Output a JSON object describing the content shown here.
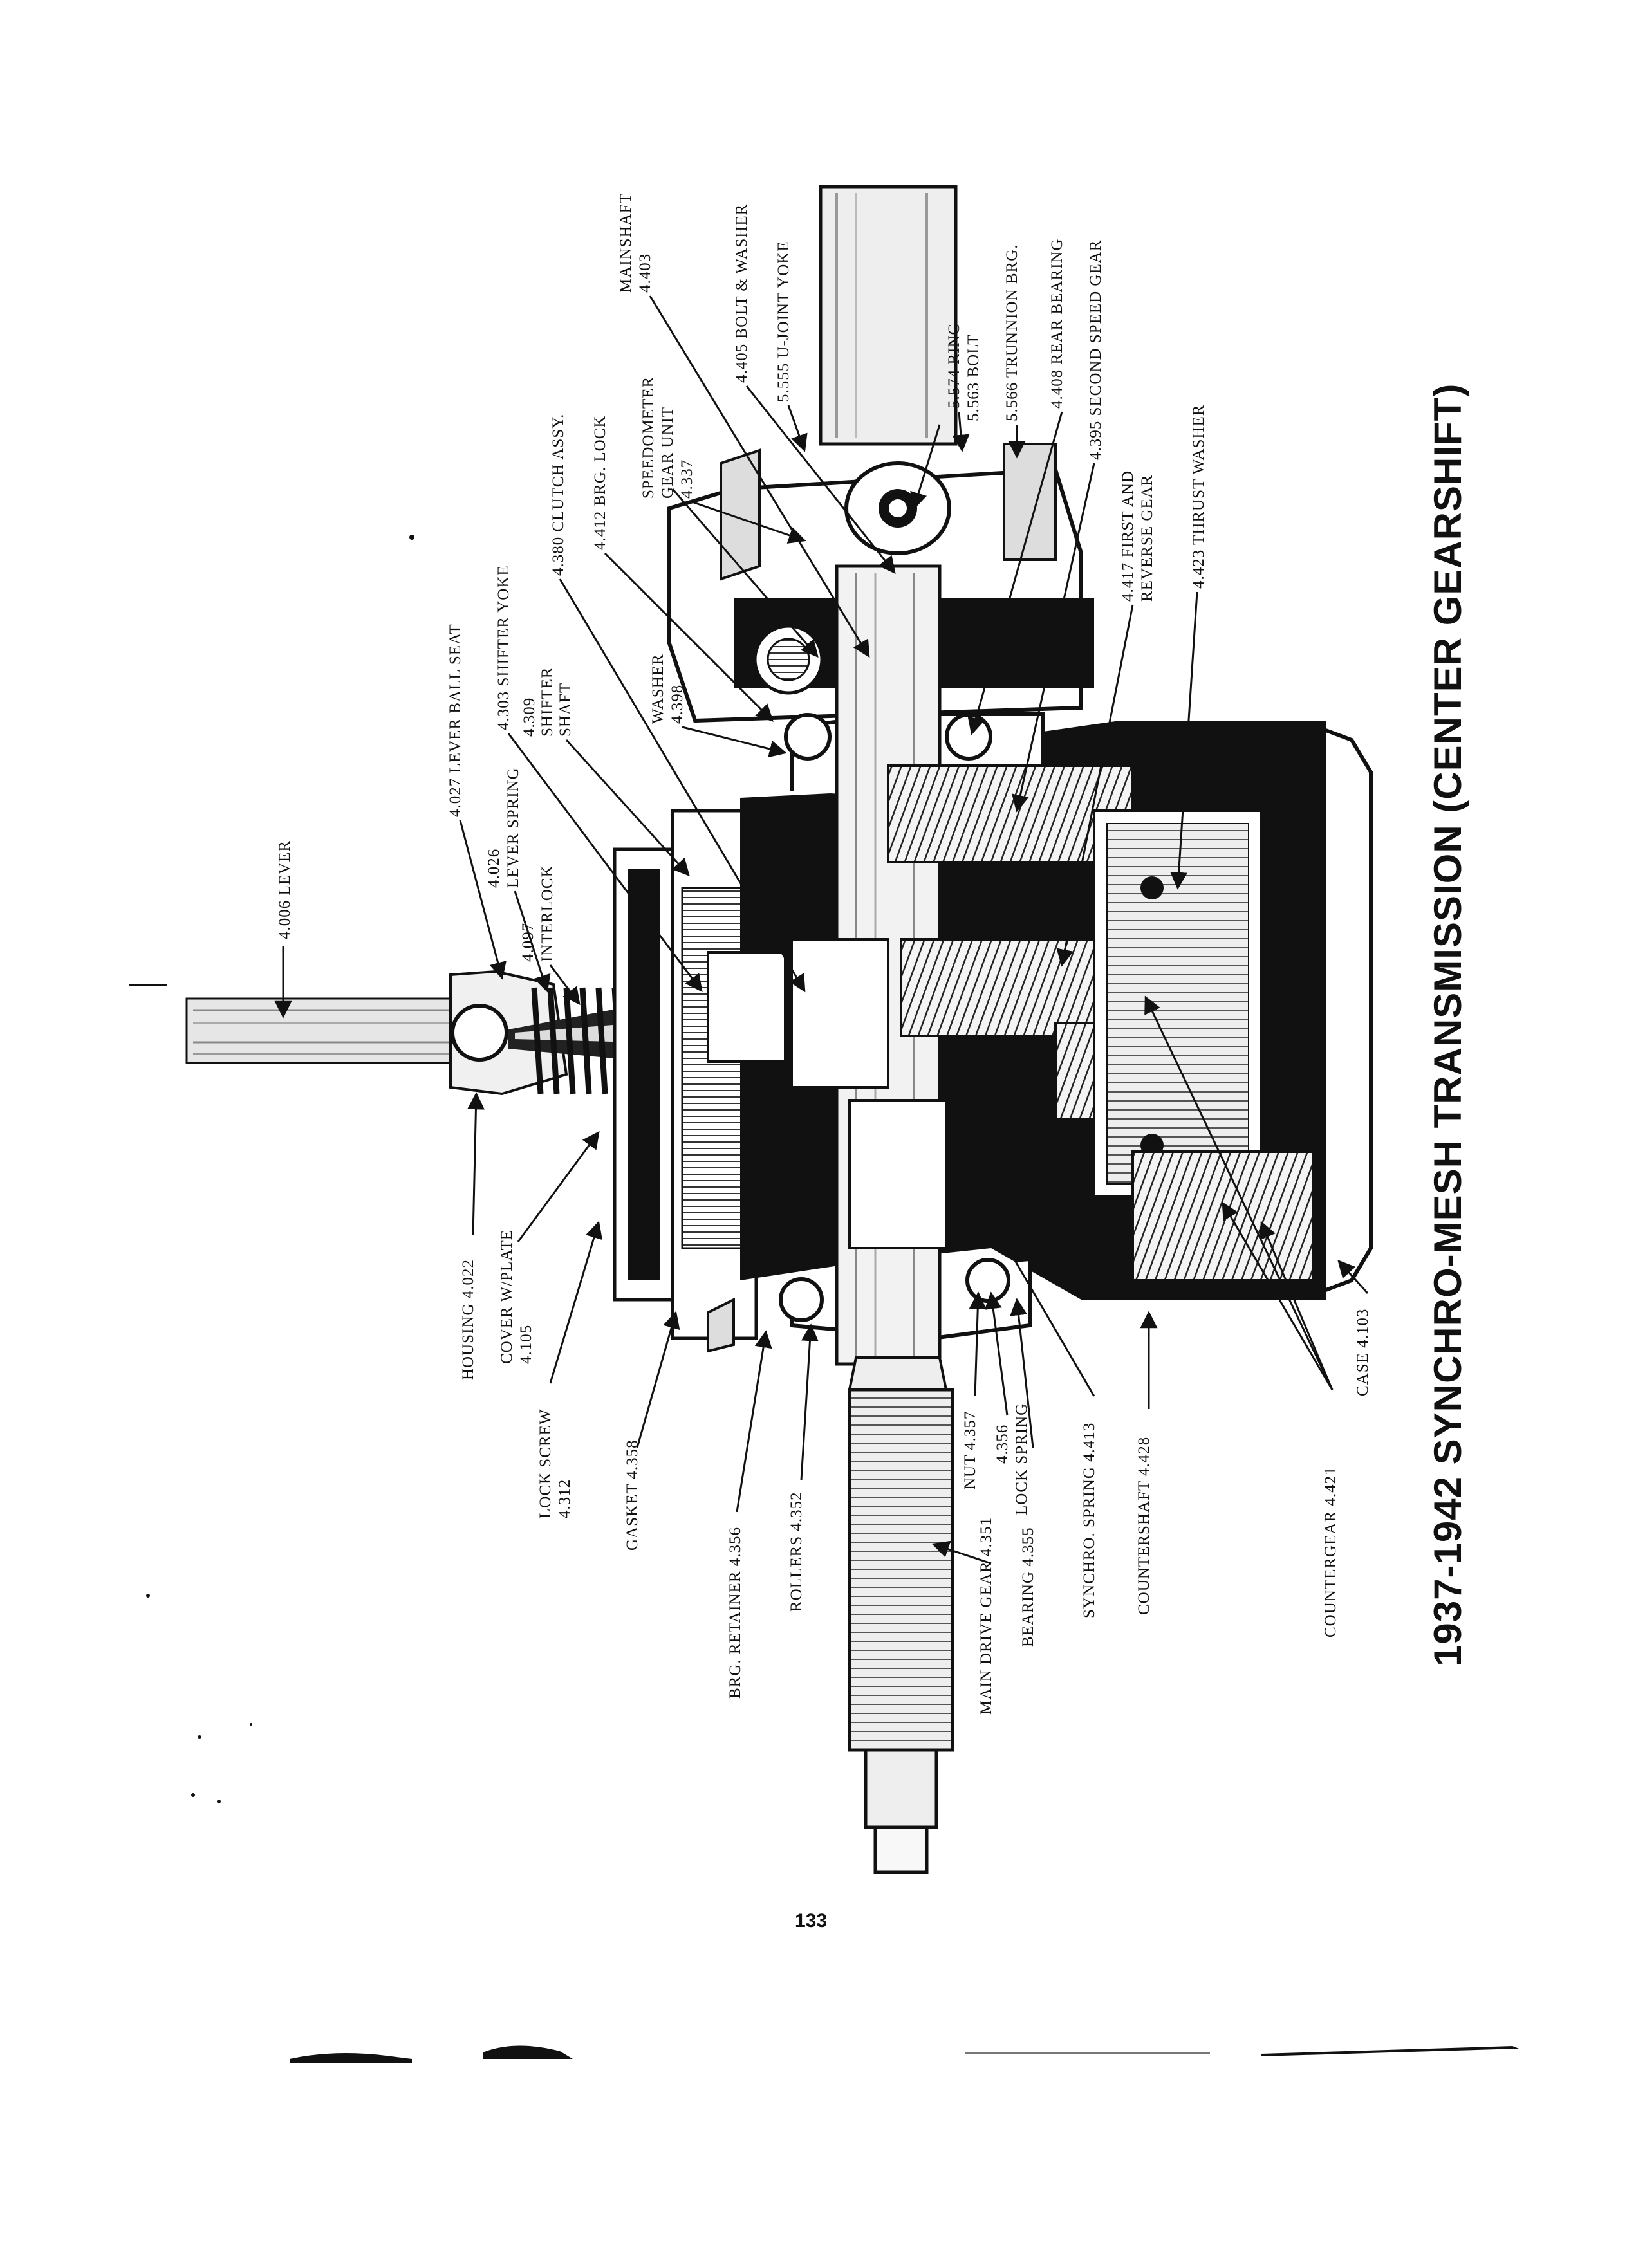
{
  "title": "1937-1942 SYNCHRO-MESH TRANSMISSION (CENTER GEARSHIFT)",
  "page_number": "133",
  "callouts": {
    "lever": "4.006 LEVER",
    "lever_ball_seat": "4.027 LEVER BALL SEAT",
    "lever_spring": [
      "4.026",
      "LEVER SPRING"
    ],
    "interlock": [
      "4.097",
      "INTERLOCK"
    ],
    "shifter_yoke": "4.303 SHIFTER YOKE",
    "shifter_shaft": [
      "4.309",
      "SHIFTER",
      "SHAFT"
    ],
    "clutch_assy": "4.380 CLUTCH ASSY.",
    "brg_lock": "4.412 BRG. LOCK",
    "washer": [
      "WASHER",
      "4.398"
    ],
    "speedometer": [
      "SPEEDOMETER",
      "GEAR UNIT",
      "4.337"
    ],
    "mainshaft": [
      "MAINSHAFT",
      "4.403"
    ],
    "bolt_washer": "4.405 BOLT & WASHER",
    "ujoint_yoke": "5.555 U-JOINT YOKE",
    "ring": "5.574 RING",
    "bolt": "5.563 BOLT",
    "trunnion_brg": "5.566 TRUNNION BRG.",
    "rear_bearing": "4.408 REAR BEARING",
    "second_speed_gear": "4.395 SECOND SPEED GEAR",
    "first_reverse_gear": [
      "4.417 FIRST AND",
      "REVERSE GEAR"
    ],
    "thrust_washer": "4.423 THRUST WASHER",
    "housing": "HOUSING 4.022",
    "cover": [
      "COVER W/PLATE",
      "4.105"
    ],
    "lock_screw": [
      "LOCK SCREW",
      "4.312"
    ],
    "gasket": "GASKET 4.358",
    "brg_retainer": "BRG. RETAINER 4.356",
    "rollers": "ROLLERS 4.352",
    "nut": "NUT 4.357",
    "lock_spring": [
      "4.356",
      "LOCK SPRING"
    ],
    "main_drive_gear": "MAIN DRIVE GEAR 4.351",
    "bearing": "BEARING 4.355",
    "synchro_spring": "SYNCHRO. SPRING 4.413",
    "countershaft": "COUNTERSHAFT 4.428",
    "case": "CASE 4.103",
    "countergear": "COUNTERGEAR 4.421"
  }
}
